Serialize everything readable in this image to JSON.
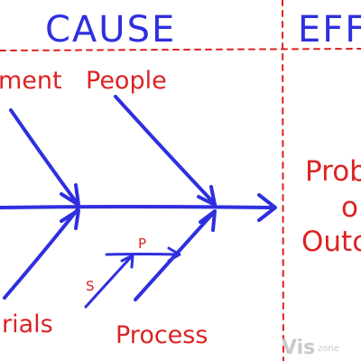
{
  "header": {
    "cause_label": "CAUSE",
    "effect_label": "EFF"
  },
  "causes": {
    "top_left": "ment",
    "top_right": "People",
    "bottom_left": "rials",
    "bottom_right": "Process",
    "sub_small_1": "P",
    "sub_small_2": "S"
  },
  "effect": {
    "line1": "Prob",
    "line2": "o",
    "line3": "Outc"
  },
  "watermark": {
    "text": "Vis",
    "suffix": "zone"
  },
  "colors": {
    "blue": "#2f2fe0",
    "red": "#dd2222",
    "watermark": "#c9c9c9"
  }
}
